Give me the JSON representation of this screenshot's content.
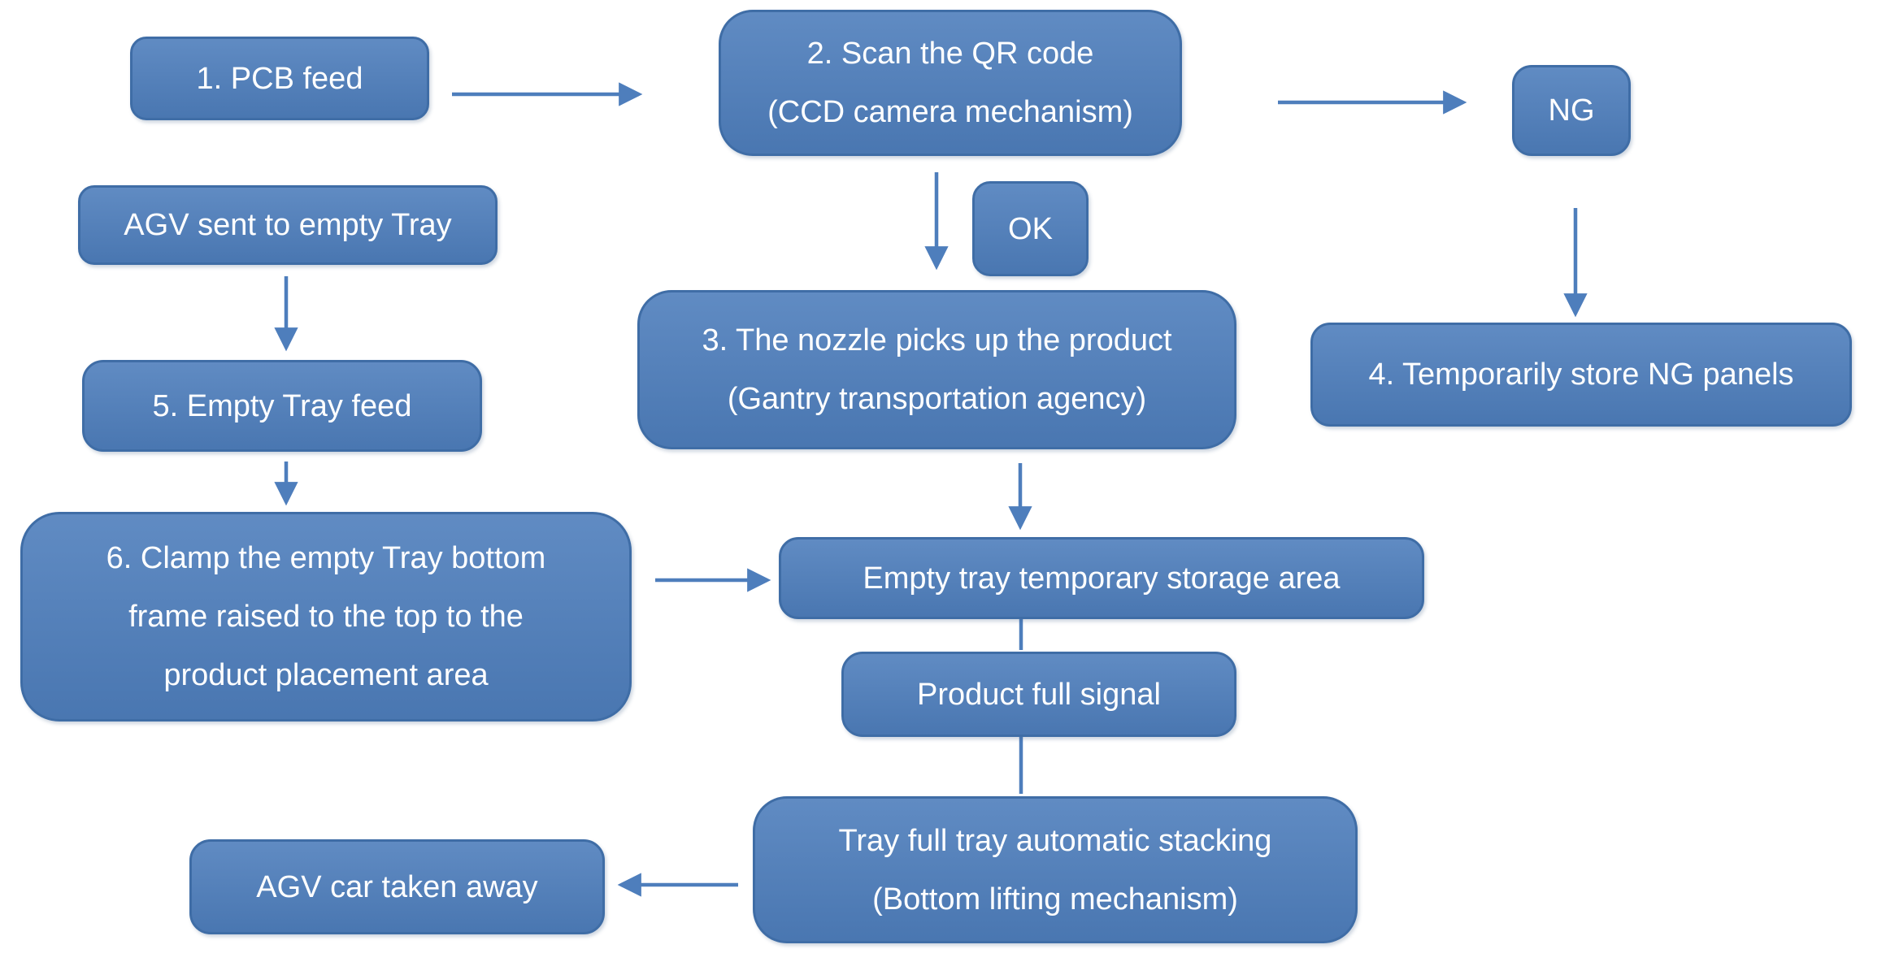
{
  "colors": {
    "background": "#ffffff",
    "node_fill": "#4e7ebc",
    "node_border": "#3f6da6",
    "arrow": "#4e7ebc",
    "text": "#ffffff"
  },
  "nodes": {
    "pcb_feed": {
      "label": "1. PCB feed"
    },
    "scan_qr": {
      "lines": [
        "2. Scan the QR code",
        "(CCD camera mechanism)"
      ]
    },
    "ng": {
      "label": "NG"
    },
    "agv_sent": {
      "label": "AGV sent to empty Tray"
    },
    "ok": {
      "label": "OK"
    },
    "nozzle": {
      "lines": [
        "3. The nozzle picks up the product",
        "(Gantry transportation agency)"
      ]
    },
    "store_ng": {
      "label": "4. Temporarily store NG panels"
    },
    "empty_tray_feed": {
      "label": "5. Empty Tray feed"
    },
    "clamp": {
      "lines": [
        "6. Clamp the empty Tray bottom",
        "frame raised to the top to the",
        "product placement area"
      ]
    },
    "empty_tray_storage": {
      "label": "Empty tray temporary storage area"
    },
    "product_full": {
      "label": "Product full signal"
    },
    "tray_full": {
      "lines": [
        "Tray full tray automatic stacking",
        "(Bottom lifting mechanism)"
      ]
    },
    "agv_away": {
      "label": "AGV car taken away"
    }
  }
}
